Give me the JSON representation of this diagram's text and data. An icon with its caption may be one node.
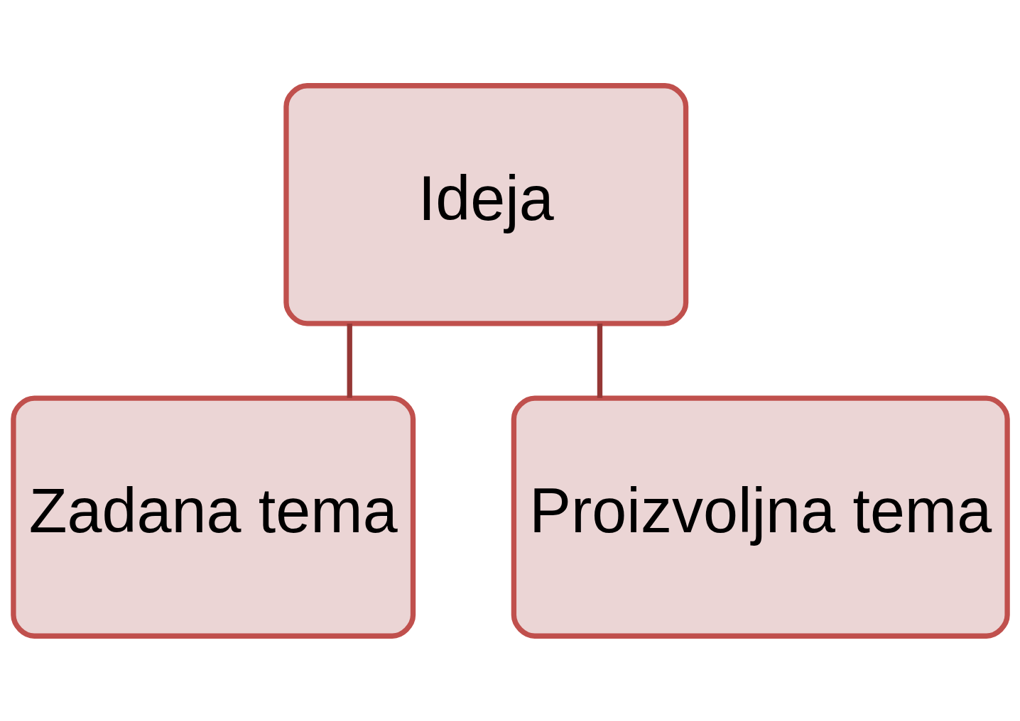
{
  "diagram": {
    "nodes": [
      {
        "text": [
          "Ideja"
        ]
      },
      {
        "text": [
          "Zadana tema"
        ]
      },
      {
        "text": [
          "Proizvoljna tema"
        ]
      }
    ],
    "edges": [
      {
        "from": 0,
        "to": 1,
        "arrow": "none"
      },
      {
        "from": 0,
        "to": 2,
        "arrow": "none"
      }
    ]
  }
}
